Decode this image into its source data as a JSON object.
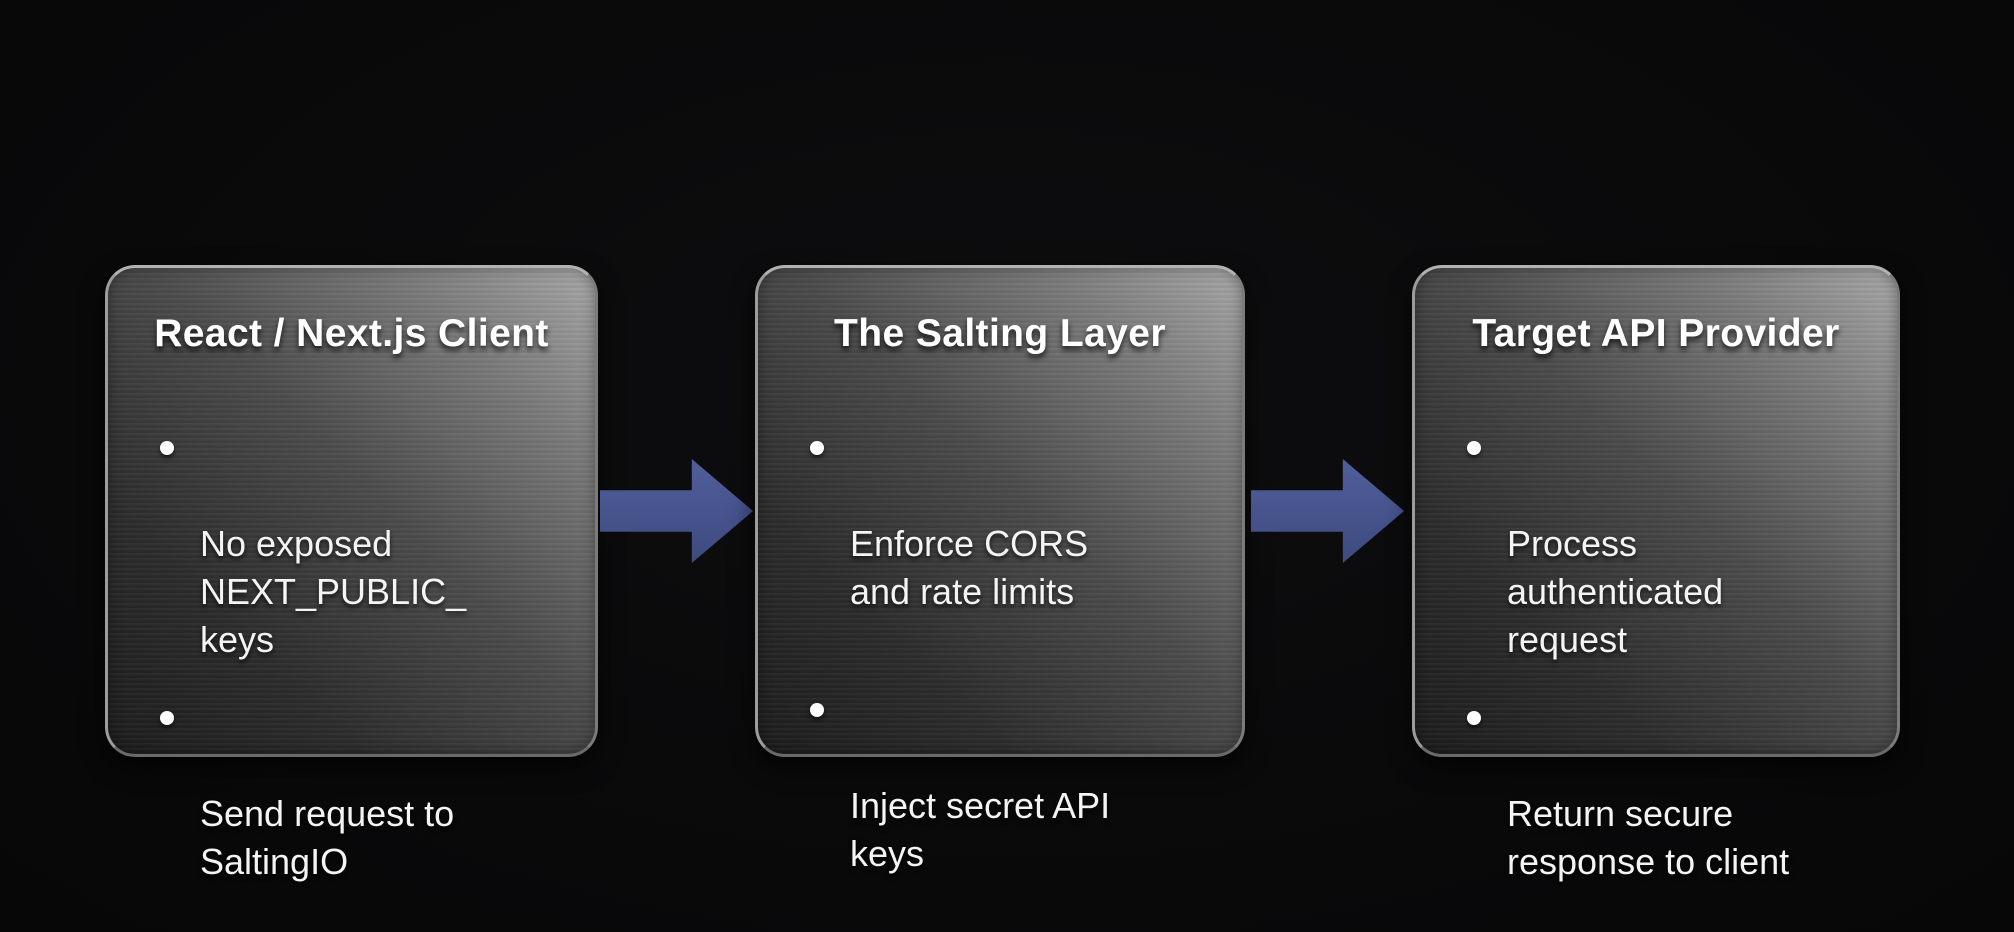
{
  "diagram": {
    "background_color": "#0a0a0b",
    "arrow_color": "#46538c",
    "text_color": "#ffffff",
    "boxes": [
      {
        "id": "client",
        "title": "React / Next.js Client",
        "bullets": [
          "No exposed\nNEXT_PUBLIC_\nkeys",
          "Send request to\nSaltingIO"
        ]
      },
      {
        "id": "salting",
        "title": "The Salting Layer",
        "bullets": [
          "Enforce CORS\nand rate limits",
          "Inject secret API\nkeys"
        ]
      },
      {
        "id": "provider",
        "title": "Target API Provider",
        "bullets": [
          "Process\nauthenticated\nrequest",
          "Return secure\nresponse to client"
        ]
      }
    ],
    "arrows": [
      {
        "name": "client-to-salting"
      },
      {
        "name": "salting-to-provider"
      }
    ]
  }
}
